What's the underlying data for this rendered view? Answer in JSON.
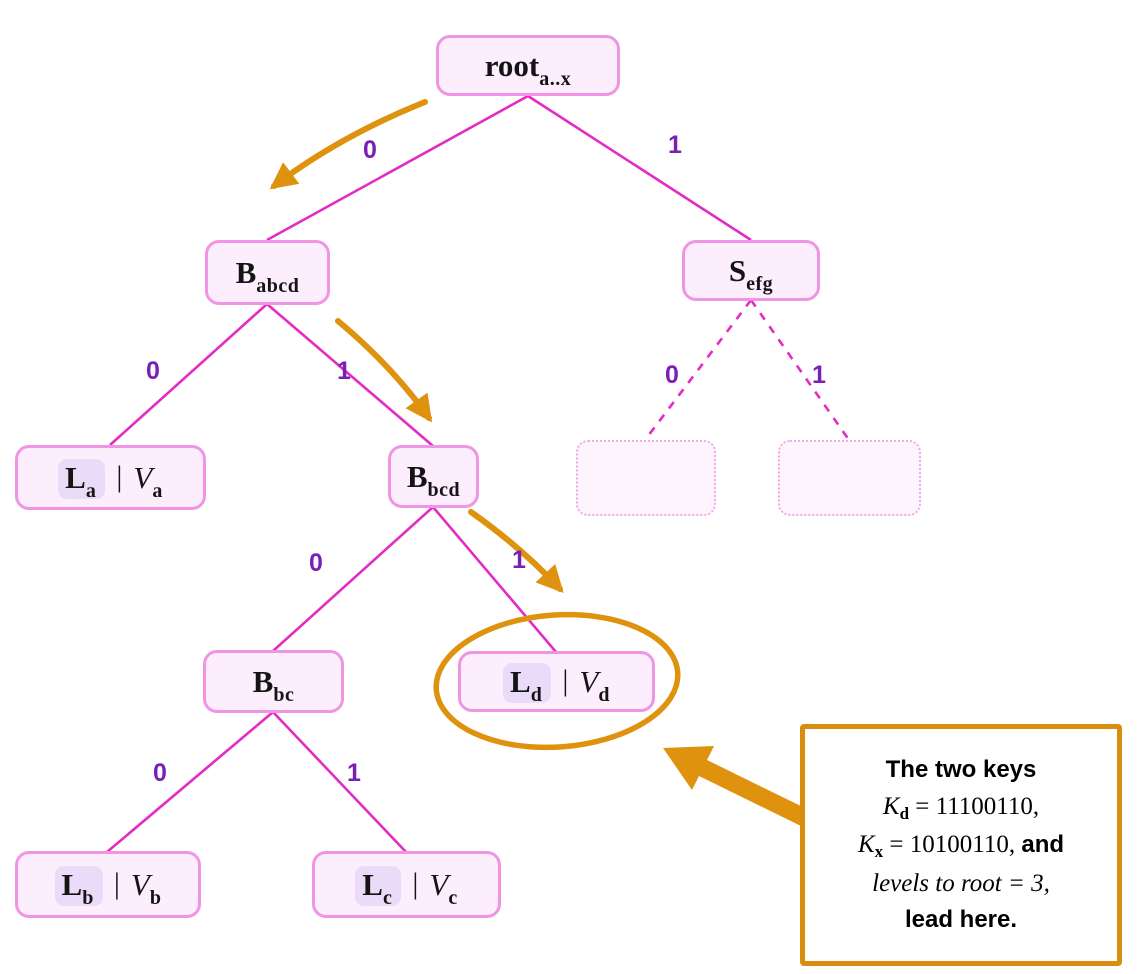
{
  "nodes": {
    "root": {
      "main": "root",
      "sub": "a..x"
    },
    "b_abcd": {
      "main": "B",
      "sub": "abcd"
    },
    "s_efg": {
      "main": "S",
      "sub": "efg"
    },
    "b_bcd": {
      "main": "B",
      "sub": "bcd"
    },
    "b_bc": {
      "main": "B",
      "sub": "bc"
    },
    "leaf_a": {
      "key": "L",
      "key_sub": "a",
      "sep": "|",
      "val": "V",
      "val_sub": "a"
    },
    "leaf_b": {
      "key": "L",
      "key_sub": "b",
      "sep": "|",
      "val": "V",
      "val_sub": "b"
    },
    "leaf_c": {
      "key": "L",
      "key_sub": "c",
      "sep": "|",
      "val": "V",
      "val_sub": "c"
    },
    "leaf_d": {
      "key": "L",
      "key_sub": "d",
      "sep": "|",
      "val": "V",
      "val_sub": "d"
    }
  },
  "edges": [
    {
      "from": "root",
      "to": "b_abcd",
      "label": "0",
      "style": "solid"
    },
    {
      "from": "root",
      "to": "s_efg",
      "label": "1",
      "style": "solid"
    },
    {
      "from": "b_abcd",
      "to": "leaf_a",
      "label": "0",
      "style": "solid"
    },
    {
      "from": "b_abcd",
      "to": "b_bcd",
      "label": "1",
      "style": "solid"
    },
    {
      "from": "s_efg",
      "to": "placeholder_left",
      "label": "0",
      "style": "dashed"
    },
    {
      "from": "s_efg",
      "to": "placeholder_right",
      "label": "1",
      "style": "dashed"
    },
    {
      "from": "b_bcd",
      "to": "b_bc",
      "label": "0",
      "style": "solid"
    },
    {
      "from": "b_bcd",
      "to": "leaf_d",
      "label": "1",
      "style": "solid"
    },
    {
      "from": "b_bc",
      "to": "leaf_b",
      "label": "0",
      "style": "solid"
    },
    {
      "from": "b_bc",
      "to": "leaf_c",
      "label": "1",
      "style": "solid"
    }
  ],
  "annotation": {
    "line1": "The two keys",
    "line2_var": "K",
    "line2_sub": "d",
    "line2_rest": " = 11100110,",
    "line3_var": "K",
    "line3_sub": "x",
    "line3_rest": " = 10100110, ",
    "line3_and": "and",
    "line4": "levels to root = 3,",
    "line5": "lead here."
  },
  "colors": {
    "edge": "#e22cc2",
    "node_border": "#f095e4",
    "node_fill": "#fceefc",
    "edge_label": "#7a1fb5",
    "annotation_orange": "#d98d0e",
    "leaf_highlight": "#eadcf8"
  }
}
